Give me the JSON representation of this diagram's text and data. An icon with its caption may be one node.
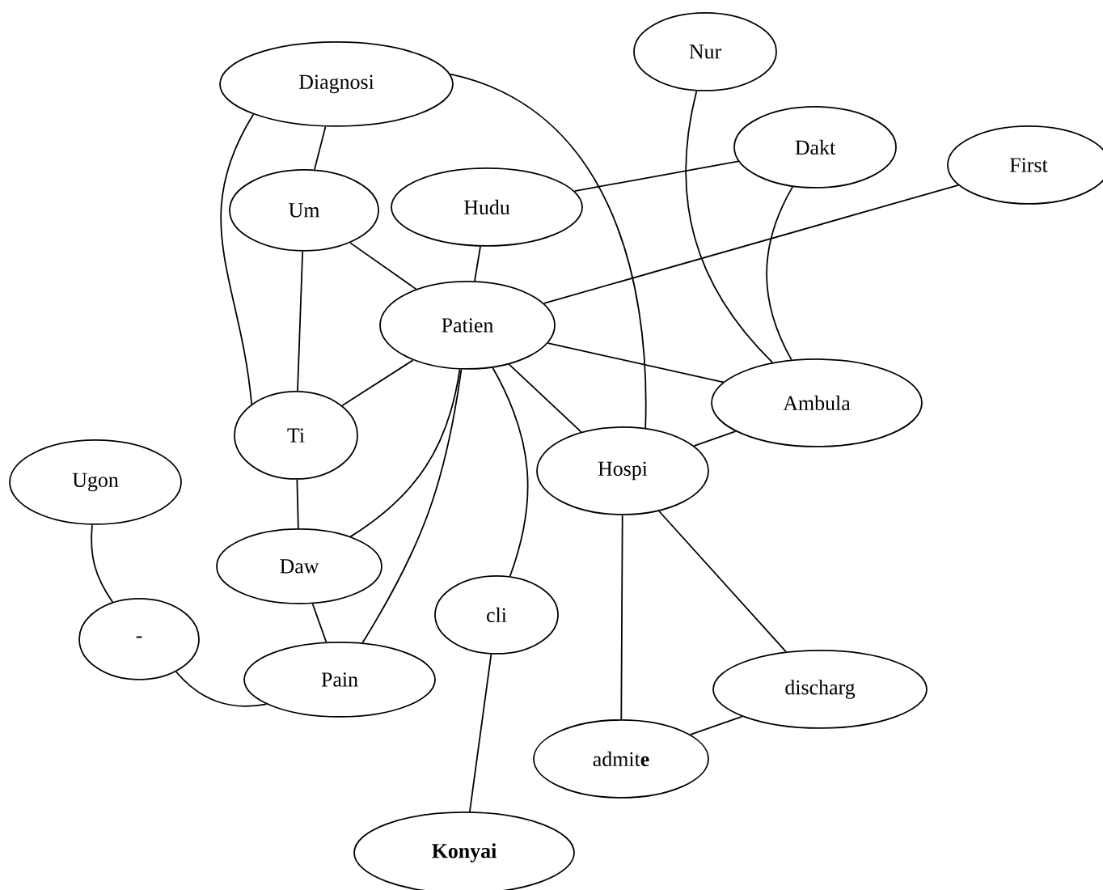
{
  "diagram": {
    "nodes": [
      {
        "text": [
          "Diagnosi"
        ]
      },
      {
        "text": [
          "Nur"
        ]
      },
      {
        "text": [
          "Dakt"
        ]
      },
      {
        "text": [
          "First"
        ]
      },
      {
        "text": [
          "Um"
        ]
      },
      {
        "text": [
          "Hudu"
        ]
      },
      {
        "text": [
          "Patien"
        ]
      },
      {
        "text": [
          "Ambula"
        ]
      },
      {
        "text": [
          "Ti"
        ]
      },
      {
        "text": [
          "Ugon"
        ]
      },
      {
        "text": [
          "Hospi"
        ]
      },
      {
        "text": [
          "Daw"
        ]
      },
      {
        "text": [
          "cli"
        ]
      },
      {
        "text": [
          "-"
        ]
      },
      {
        "text": [
          "Pain"
        ]
      },
      {
        "text": [
          "discharg"
        ]
      },
      {
        "text": [
          "admit**e**"
        ]
      },
      {
        "text": [
          "Konyai"
        ]
      }
    ],
    "edges": [
      {
        "from": 0,
        "to": 4,
        "arrow": "none"
      },
      {
        "from": 0,
        "to": 8,
        "arrow": "none"
      },
      {
        "from": 0,
        "to": 10,
        "arrow": "none"
      },
      {
        "from": 4,
        "to": 6,
        "arrow": "none"
      },
      {
        "from": 4,
        "to": 8,
        "arrow": "none"
      },
      {
        "from": 5,
        "to": 6,
        "arrow": "none"
      },
      {
        "from": 5,
        "to": 2,
        "arrow": "none"
      },
      {
        "from": 1,
        "to": 7,
        "arrow": "none"
      },
      {
        "from": 2,
        "to": 7,
        "arrow": "none"
      },
      {
        "from": 3,
        "to": 6,
        "arrow": "none"
      },
      {
        "from": 6,
        "to": 7,
        "arrow": "none"
      },
      {
        "from": 6,
        "to": 8,
        "arrow": "none"
      },
      {
        "from": 6,
        "to": 11,
        "arrow": "none"
      },
      {
        "from": 6,
        "to": 14,
        "arrow": "none"
      },
      {
        "from": 6,
        "to": 12,
        "arrow": "none"
      },
      {
        "from": 6,
        "to": 10,
        "arrow": "none"
      },
      {
        "from": 7,
        "to": 10,
        "arrow": "none"
      },
      {
        "from": 8,
        "to": 11,
        "arrow": "none"
      },
      {
        "from": 11,
        "to": 14,
        "arrow": "none"
      },
      {
        "from": 9,
        "to": 13,
        "arrow": "none"
      },
      {
        "from": 13,
        "to": 14,
        "arrow": "none"
      },
      {
        "from": 12,
        "to": 17,
        "arrow": "none"
      },
      {
        "from": 10,
        "to": 16,
        "arrow": "none"
      },
      {
        "from": 10,
        "to": 15,
        "arrow": "none"
      },
      {
        "from": 16,
        "to": 15,
        "arrow": "none"
      }
    ]
  }
}
